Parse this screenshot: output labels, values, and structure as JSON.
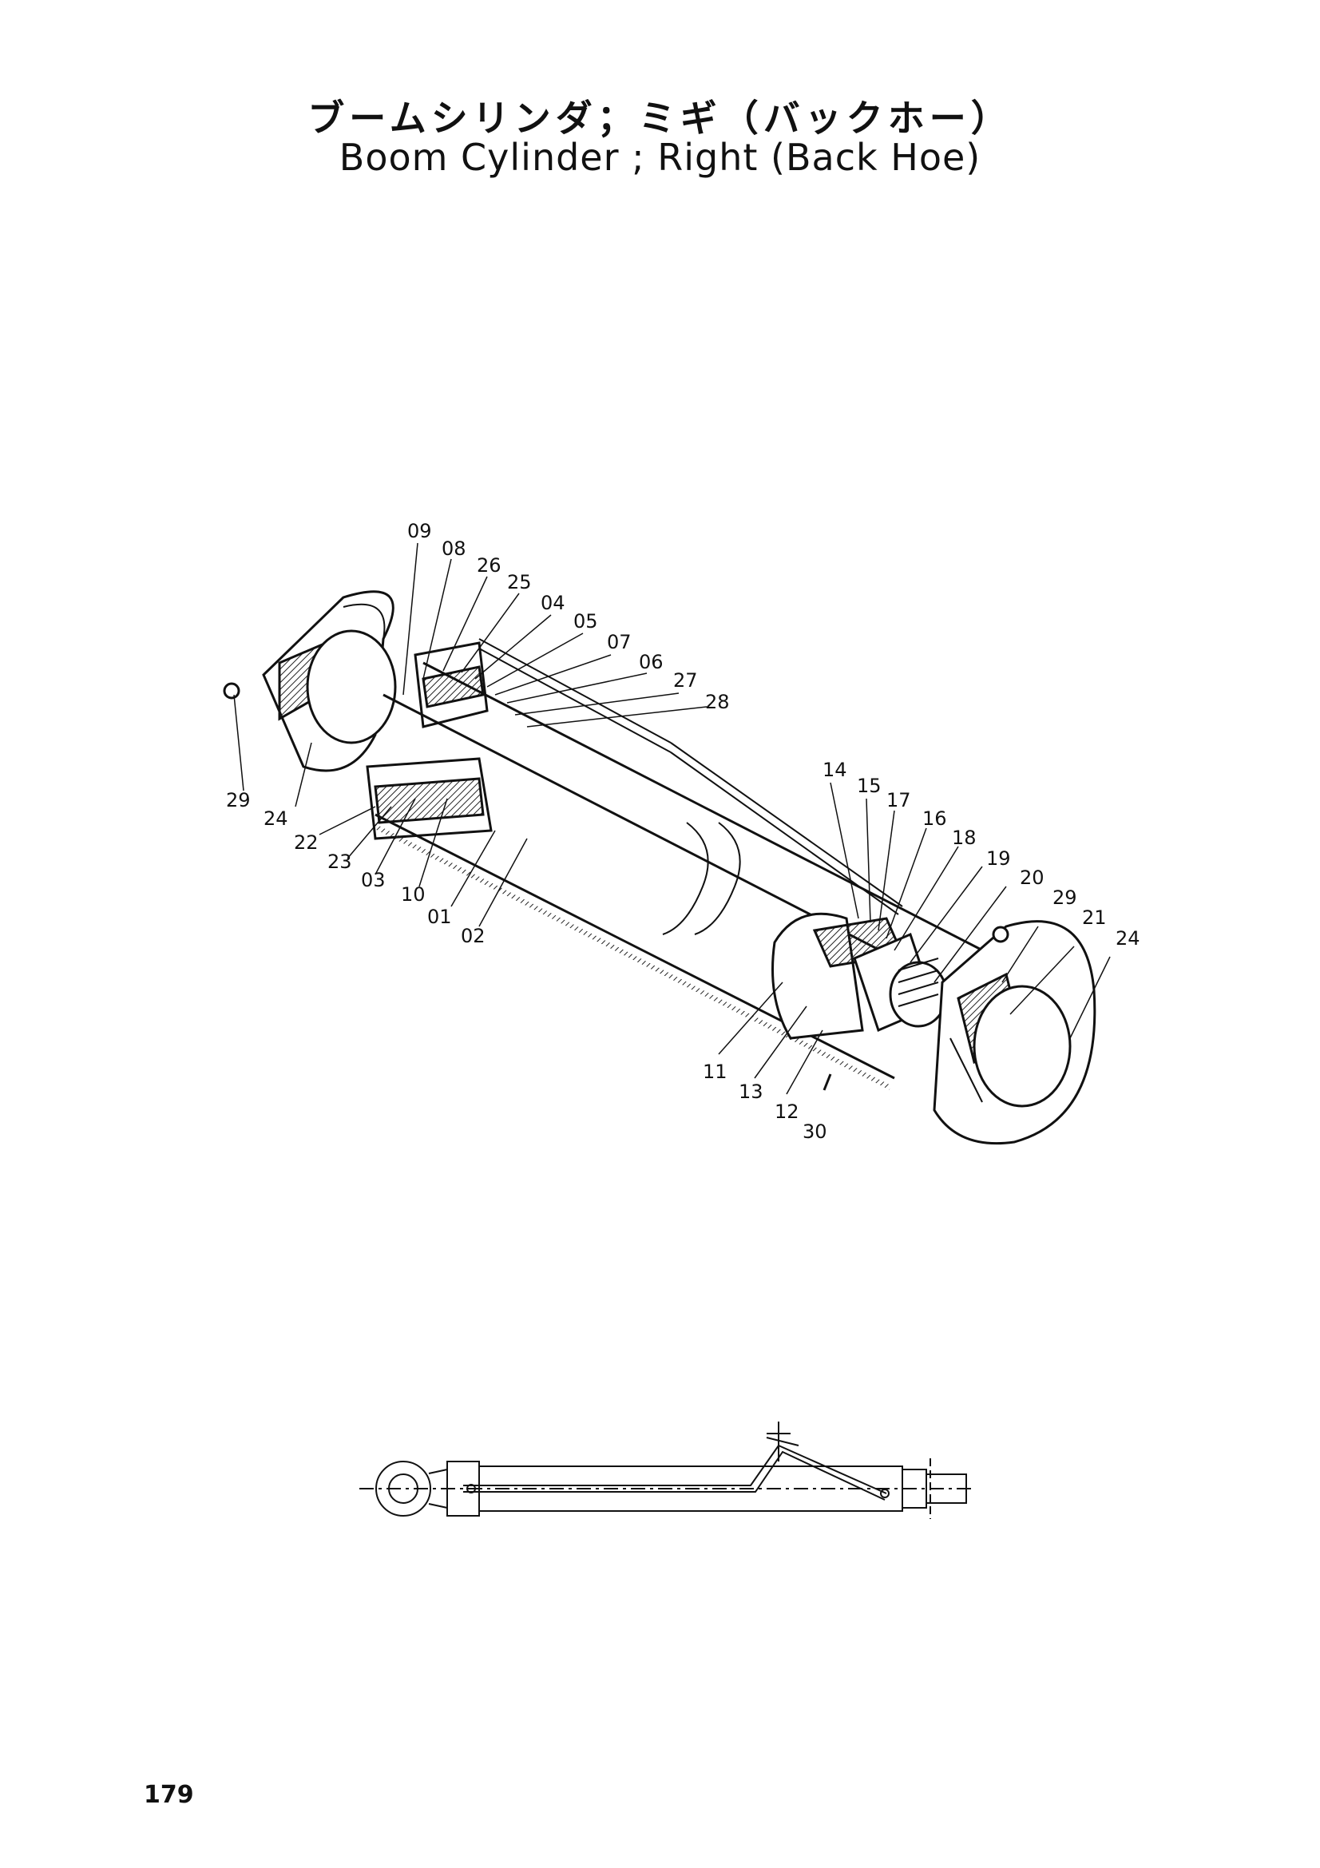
{
  "header": {
    "title_jp": "ブームシリンダ；ミギ（バックホー）",
    "title_en": "Boom Cylinder ; Right  (Back Hoe)"
  },
  "callouts": [
    "09",
    "08",
    "26",
    "25",
    "04",
    "05",
    "07",
    "06",
    "27",
    "28",
    "29",
    "24",
    "22",
    "23",
    "03",
    "10",
    "01",
    "02",
    "14",
    "15",
    "17",
    "16",
    "18",
    "19",
    "20",
    "29",
    "21",
    "24",
    "11",
    "13",
    "12",
    "30"
  ],
  "footer": {
    "page_number": "179"
  }
}
